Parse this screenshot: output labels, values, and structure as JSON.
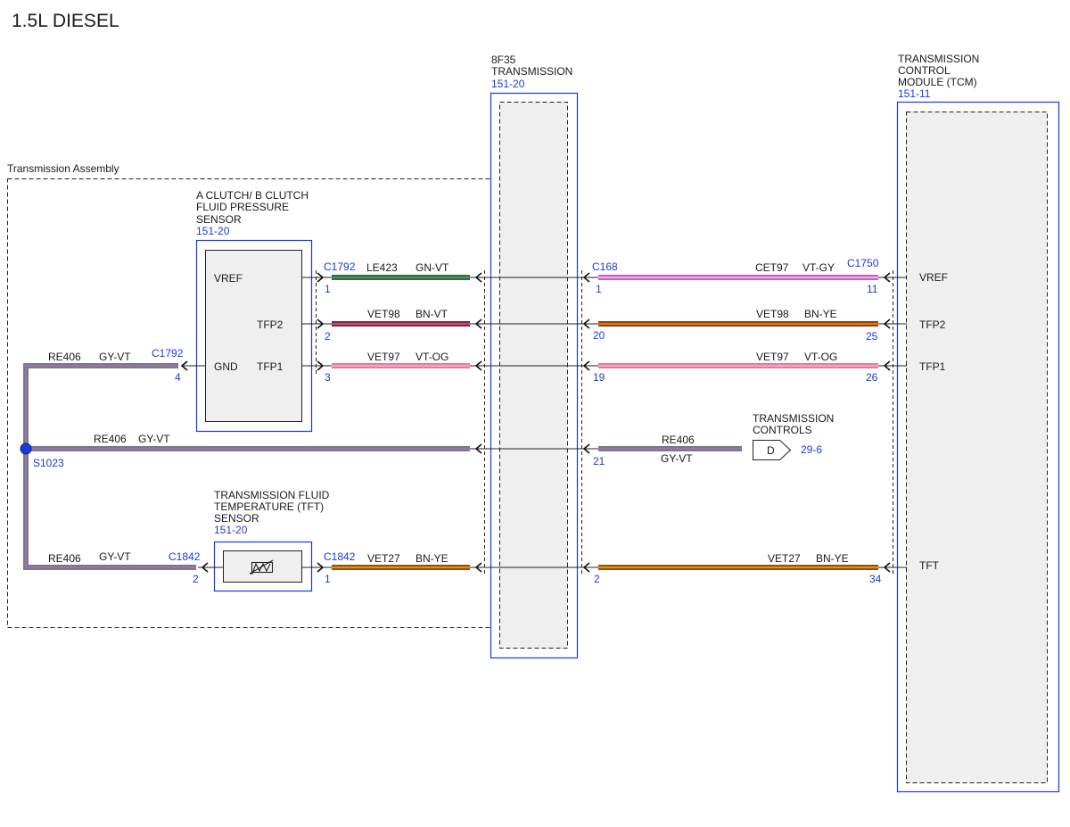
{
  "page_title": "1.5L DIESEL",
  "assembly_label": "Transmission Assembly",
  "transmission": {
    "title1": "8F35",
    "title2": "TRANSMISSION",
    "ref": "151-20"
  },
  "tcm": {
    "title1": "TRANSMISSION",
    "title2": "CONTROL",
    "title3": "MODULE (TCM)",
    "ref": "151-11"
  },
  "sensor_pressure": {
    "title1": "A CLUTCH/ B CLUTCH",
    "title2": "FLUID PRESSURE",
    "title3": "SENSOR",
    "ref": "151-20"
  },
  "sensor_tft": {
    "title1": "TRANSMISSION FLUID",
    "title2": "TEMPERATURE (TFT)",
    "title3": "SENSOR",
    "ref": "151-20"
  },
  "trans_controls": {
    "title1": "TRANSMISSION",
    "title2": "CONTROLS",
    "ref": "29-6",
    "symbol": "D"
  },
  "splice": "S1023",
  "pins": {
    "vref": "VREF",
    "tfp2": "TFP2",
    "tfp1": "TFP1",
    "gnd": "GND",
    "tft": "TFT"
  },
  "connectors": {
    "c1792_left": {
      "name": "C1792",
      "pin": "4"
    },
    "c1792_right": {
      "name": "C1792",
      "pins": [
        "1",
        "2",
        "3"
      ]
    },
    "c168": {
      "name": "C168",
      "pins": [
        "1",
        "20",
        "19",
        "21",
        "2"
      ]
    },
    "c1750": {
      "name": "C1750",
      "pins": [
        "11",
        "25",
        "26",
        "34"
      ]
    },
    "c1842_left": {
      "name": "C1842",
      "pin": "2"
    },
    "c1842_right": {
      "name": "C1842",
      "pin": "1"
    }
  },
  "wires": {
    "gnd_top": {
      "circuit": "RE406",
      "color": "GY-VT"
    },
    "splice_run": {
      "circuit": "RE406",
      "color": "GY-VT"
    },
    "tft_gnd": {
      "circuit": "RE406",
      "color": "GY-VT"
    },
    "vref_left": {
      "circuit": "LE423",
      "color": "GN-VT"
    },
    "tfp2_left": {
      "circuit": "VET98",
      "color": "BN-VT"
    },
    "tfp1_left": {
      "circuit": "VET97",
      "color": "VT-OG"
    },
    "tft_left": {
      "circuit": "VET27",
      "color": "BN-YE"
    },
    "vref_right": {
      "circuit": "CET97",
      "color": "VT-GY"
    },
    "tfp2_right": {
      "circuit": "VET98",
      "color": "BN-YE"
    },
    "tfp1_right": {
      "circuit": "VET97",
      "color": "VT-OG"
    },
    "gnd_right": {
      "circuit": "RE406",
      "color": "GY-VT"
    },
    "tft_right": {
      "circuit": "VET27",
      "color": "BN-YE"
    }
  }
}
